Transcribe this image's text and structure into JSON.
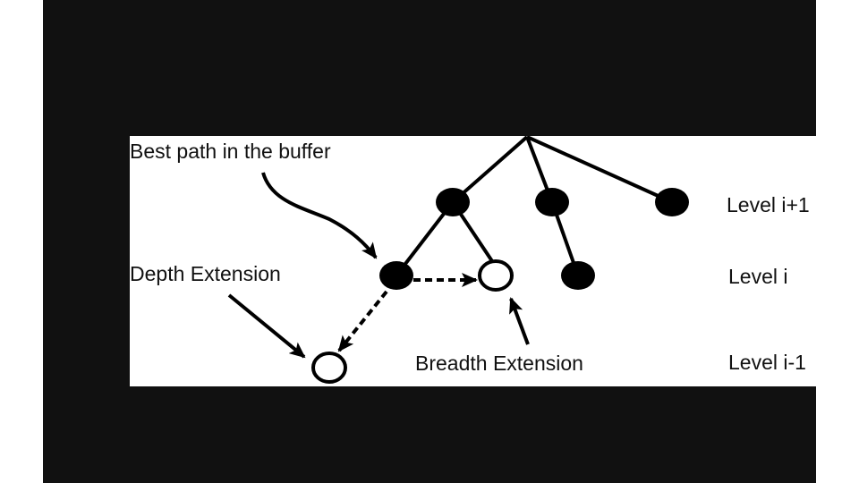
{
  "labels": {
    "best_path": "Best path in the buffer",
    "depth_extension": "Depth Extension",
    "breadth_extension": "Breadth Extension",
    "level_up": "Level i+1",
    "level_mid": "Level i",
    "level_down": "Level i-1"
  }
}
